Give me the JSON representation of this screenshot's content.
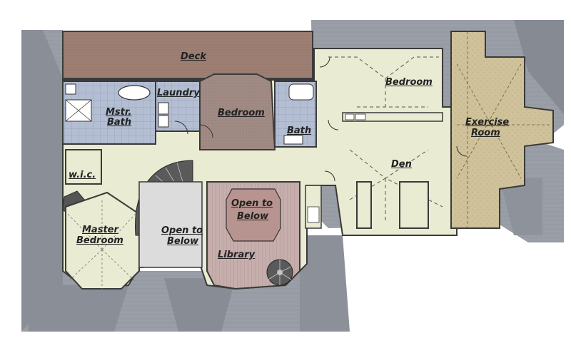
{
  "floor_plan": {
    "rooms": {
      "deck": "Deck",
      "laundry": "Laundry",
      "master_bath_line1": "Mstr.",
      "master_bath_line2": "Bath",
      "bedroom_center": "Bedroom",
      "bath": "Bath",
      "bedroom_right": "Bedroom",
      "exercise_line1": "Exercise",
      "exercise_line2": "Room",
      "wic": "w.i.c.",
      "den": "Den",
      "master_bedroom_line1": "Master",
      "master_bedroom_line2": "Bedroom",
      "open_below_left_line1": "Open to",
      "open_below_left_line2": "Below",
      "open_below_center_line1": "Open to",
      "open_below_center_line2": "Below",
      "library": "Library"
    },
    "colors": {
      "roof": "#9a9ea6",
      "roof_dark": "#858a93",
      "floor": "#e9ebd2",
      "deck": "#9e7f74",
      "bedroom_carpet": "#a08a84",
      "tile": "#aeb8cc",
      "exercise": "#cfc29a",
      "library_floor": "#c6aeac",
      "open_below": "#b89490",
      "stair": "#5a5a5a",
      "wall": "#3a3a3a"
    }
  }
}
